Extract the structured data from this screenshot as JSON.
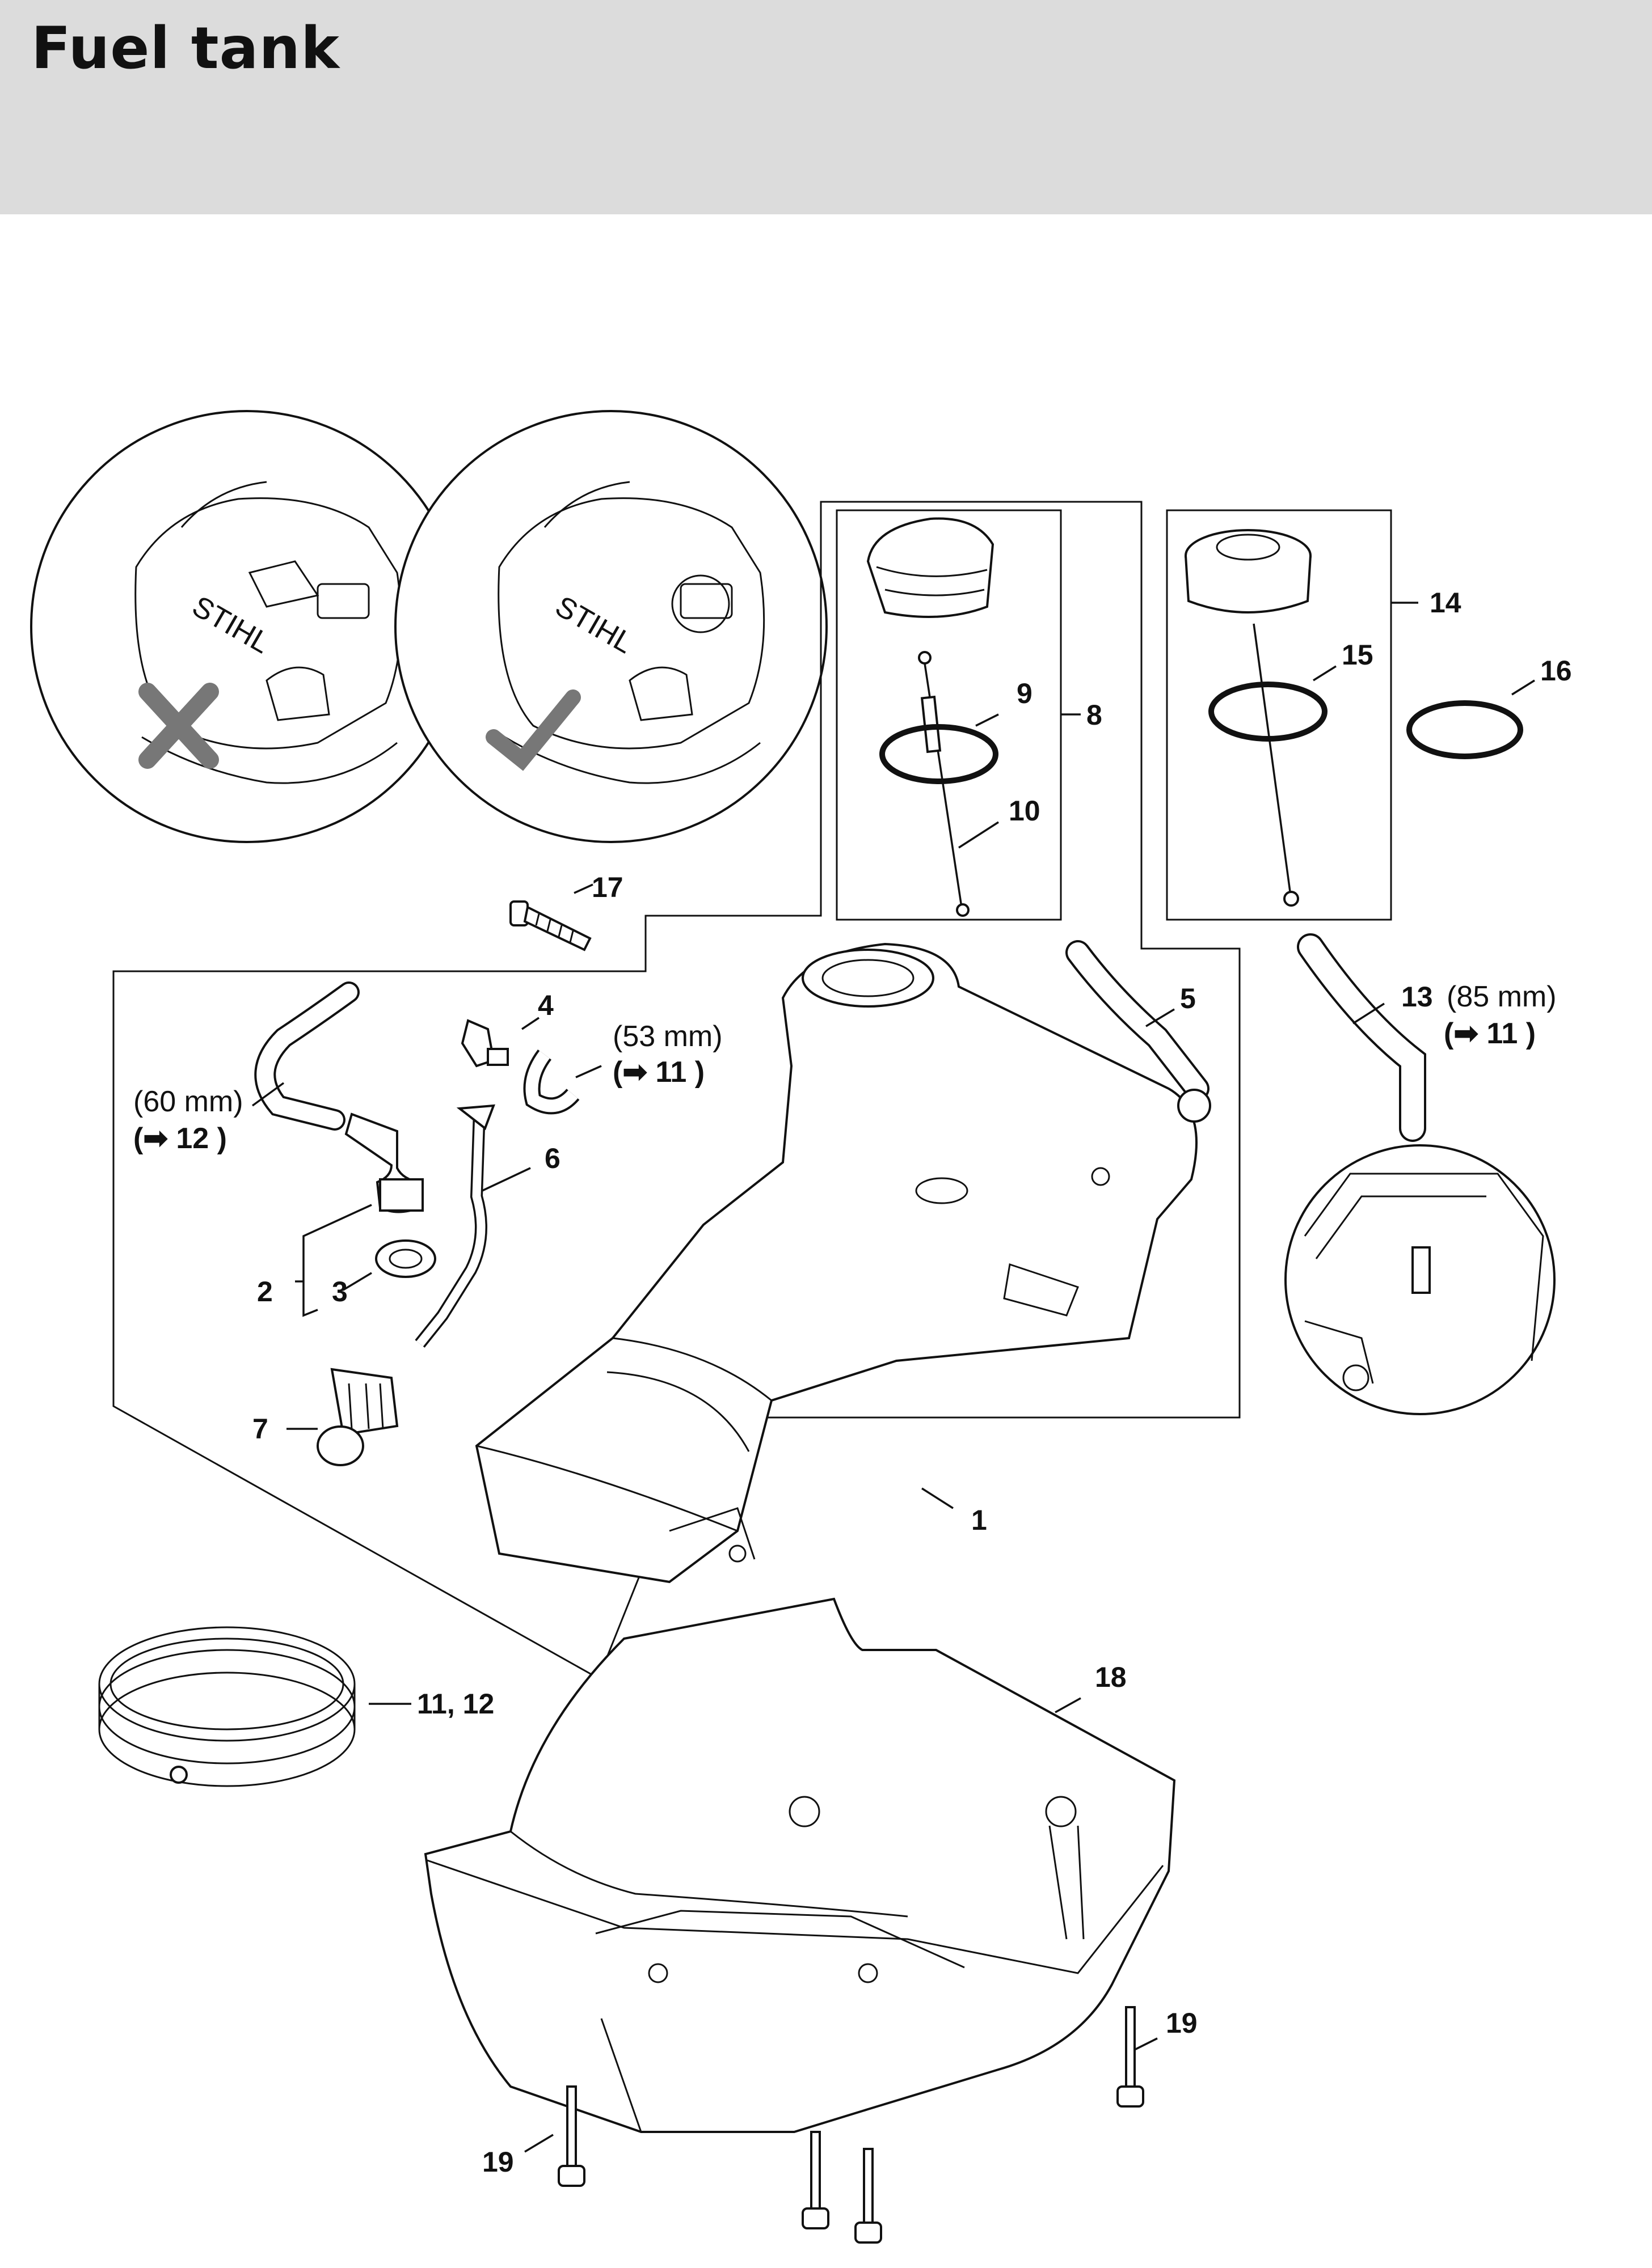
{
  "header": {
    "title": "Fuel tank"
  },
  "callouts": {
    "p1": "1",
    "p2": "2",
    "p3": "3",
    "p4": "4",
    "p5": "5",
    "p6": "6",
    "p7": "7",
    "p8": "8",
    "p9": "9",
    "p10": "10",
    "p11_12": "11, 12",
    "p13": "13",
    "p13_len": "(85 mm)",
    "p13_ref": "(➡ 11 )",
    "p14": "14",
    "p15": "15",
    "p16": "16",
    "p17": "17",
    "p18": "18",
    "p19a": "19",
    "p19b": "19",
    "hose_60": "(60 mm)",
    "hose_60_ref": "(➡ 12 )",
    "hose_53": "(53 mm)",
    "hose_53_ref": "(➡ 11 )"
  },
  "detail_brand": "STIHL",
  "icons": [
    "wrong-cross-icon",
    "correct-check-icon"
  ]
}
